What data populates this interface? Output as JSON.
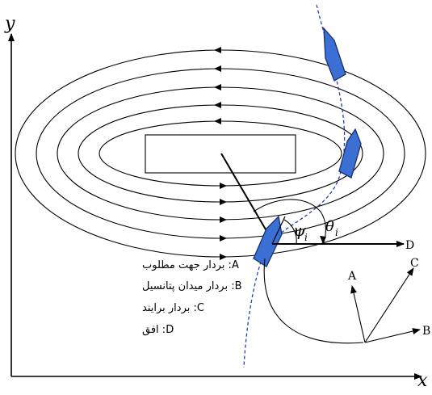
{
  "axes": {
    "y_label": "y",
    "x_label": "x"
  },
  "vectors": {
    "A": "A",
    "B": "B",
    "C": "C",
    "D": "D"
  },
  "angles": {
    "psi": "ψ",
    "psi_sub": "i",
    "theta": "θ",
    "theta_sub": "i"
  },
  "legend": [
    {
      "key": "A",
      "text": "A: بردار جهت مطلوب"
    },
    {
      "key": "B",
      "text": "B: بردار میدان پتانسیل"
    },
    {
      "key": "C",
      "text": "C: بردار برایند"
    },
    {
      "key": "D",
      "text": "D: افق"
    }
  ],
  "colors": {
    "boat_fill": "#3b6fd4",
    "boat_stroke": "#1a2f70",
    "path_dash": "#2a3fb0",
    "ink": "#000000"
  }
}
